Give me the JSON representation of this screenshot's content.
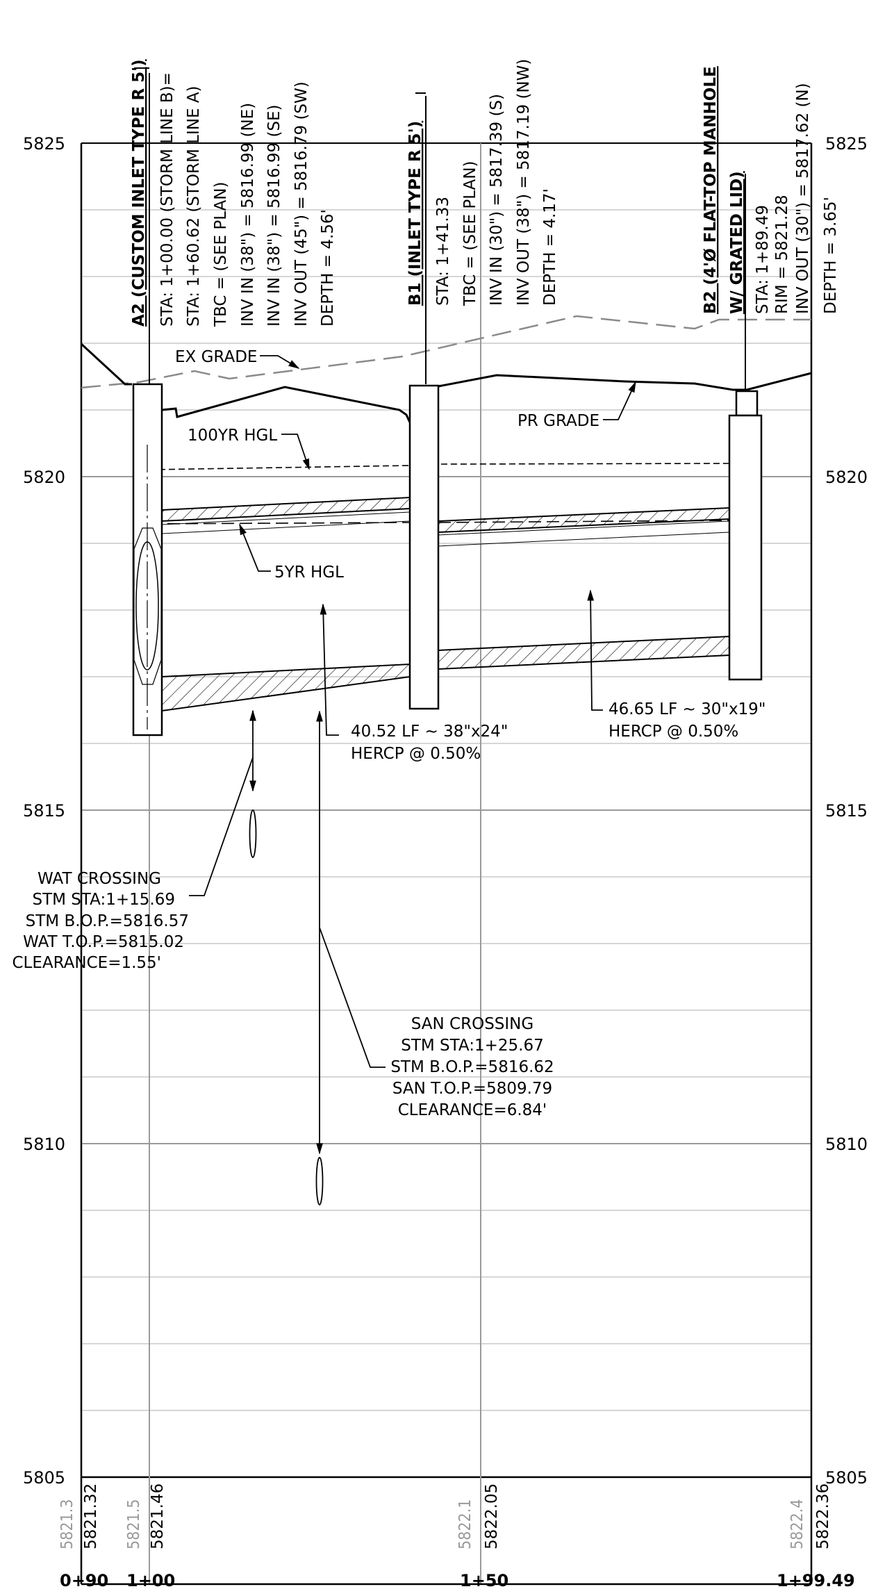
{
  "profile": {
    "elevation_labels": [
      "5825",
      "5820",
      "5815",
      "5810",
      "5805"
    ],
    "station_labels": [
      "0+90",
      "1+00",
      "1+50",
      "1+99.49"
    ],
    "grade_table": {
      "existing": [
        "5821.3",
        "5821.5",
        "5822.1",
        "5822.4"
      ],
      "proposed": [
        "5821.32",
        "5821.46",
        "5822.05",
        "5822.36"
      ]
    }
  },
  "structures": {
    "a2": {
      "title": "A2 (CUSTOM INLET TYPE R 5')",
      "lines": [
        "STA: 1+00.00 (STORM LINE B)=",
        "STA: 1+60.62 (STORM LINE A)",
        "TBC = (SEE PLAN)",
        "INV IN (38\") = 5816.99 (NE)",
        "INV IN (38\") = 5816.99 (SE)",
        "INV OUT (45\") = 5816.79 (SW)",
        "DEPTH = 4.56'"
      ]
    },
    "b1": {
      "title": "B1 (INLET TYPE R 5')",
      "lines": [
        "STA: 1+41.33",
        "TBC = (SEE PLAN)",
        "INV IN (30\") = 5817.39 (S)",
        "INV OUT (38\") = 5817.19 (NW)",
        "DEPTH = 4.17'"
      ]
    },
    "b2": {
      "title_line1": "B2 (4'Ø FLAT-TOP MANHOLE",
      "title_line2": "W/ GRATED LID)",
      "lines": [
        "STA: 1+89.49",
        "RIM = 5821.28",
        "INV OUT (30\") = 5817.62 (N)",
        "DEPTH = 3.65'"
      ]
    }
  },
  "labels": {
    "ex_grade": "EX GRADE",
    "pr_grade": "PR GRADE",
    "hgl_100yr": "100YR HGL",
    "hgl_5yr": "5YR HGL"
  },
  "pipes": {
    "pipe1": [
      "40.52 LF ~ 38\"x24\"",
      "HERCP @ 0.50%"
    ],
    "pipe2": [
      "46.65 LF ~ 30\"x19\"",
      "HERCP @ 0.50%"
    ]
  },
  "crossings": {
    "wat": [
      "WAT CROSSING",
      "STM STA:1+15.69",
      "STM B.O.P.=5816.57",
      "WAT T.O.P.=5815.02",
      "CLEARANCE=1.55'"
    ],
    "san": [
      "SAN CROSSING",
      "STM STA:1+25.67",
      "STM B.O.P.=5816.62",
      "SAN T.O.P.=5809.79",
      "CLEARANCE=6.84'"
    ]
  }
}
